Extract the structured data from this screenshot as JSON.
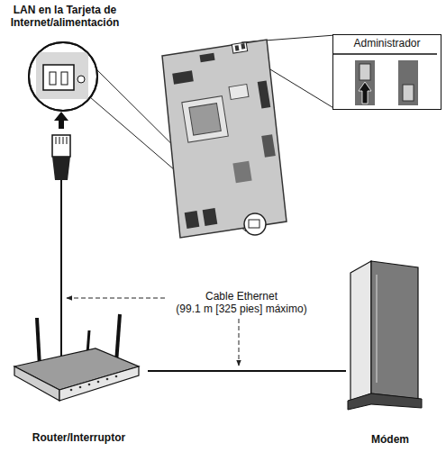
{
  "diagram": {
    "nodes": [
      {
        "text": [
          "Administrador"
        ]
      },
      {
        "text": [
          "Router/Interruptor"
        ]
      },
      {
        "text": [
          "Módem"
        ]
      }
    ],
    "edges": [
      {
        "from": 1,
        "to": 2,
        "arrow": "none"
      }
    ],
    "labels": [
      "LAN en la Tarjeta de Internet/alimentación",
      "Cable Ethernet (99.1 m [325 pies] máximo)"
    ]
  }
}
